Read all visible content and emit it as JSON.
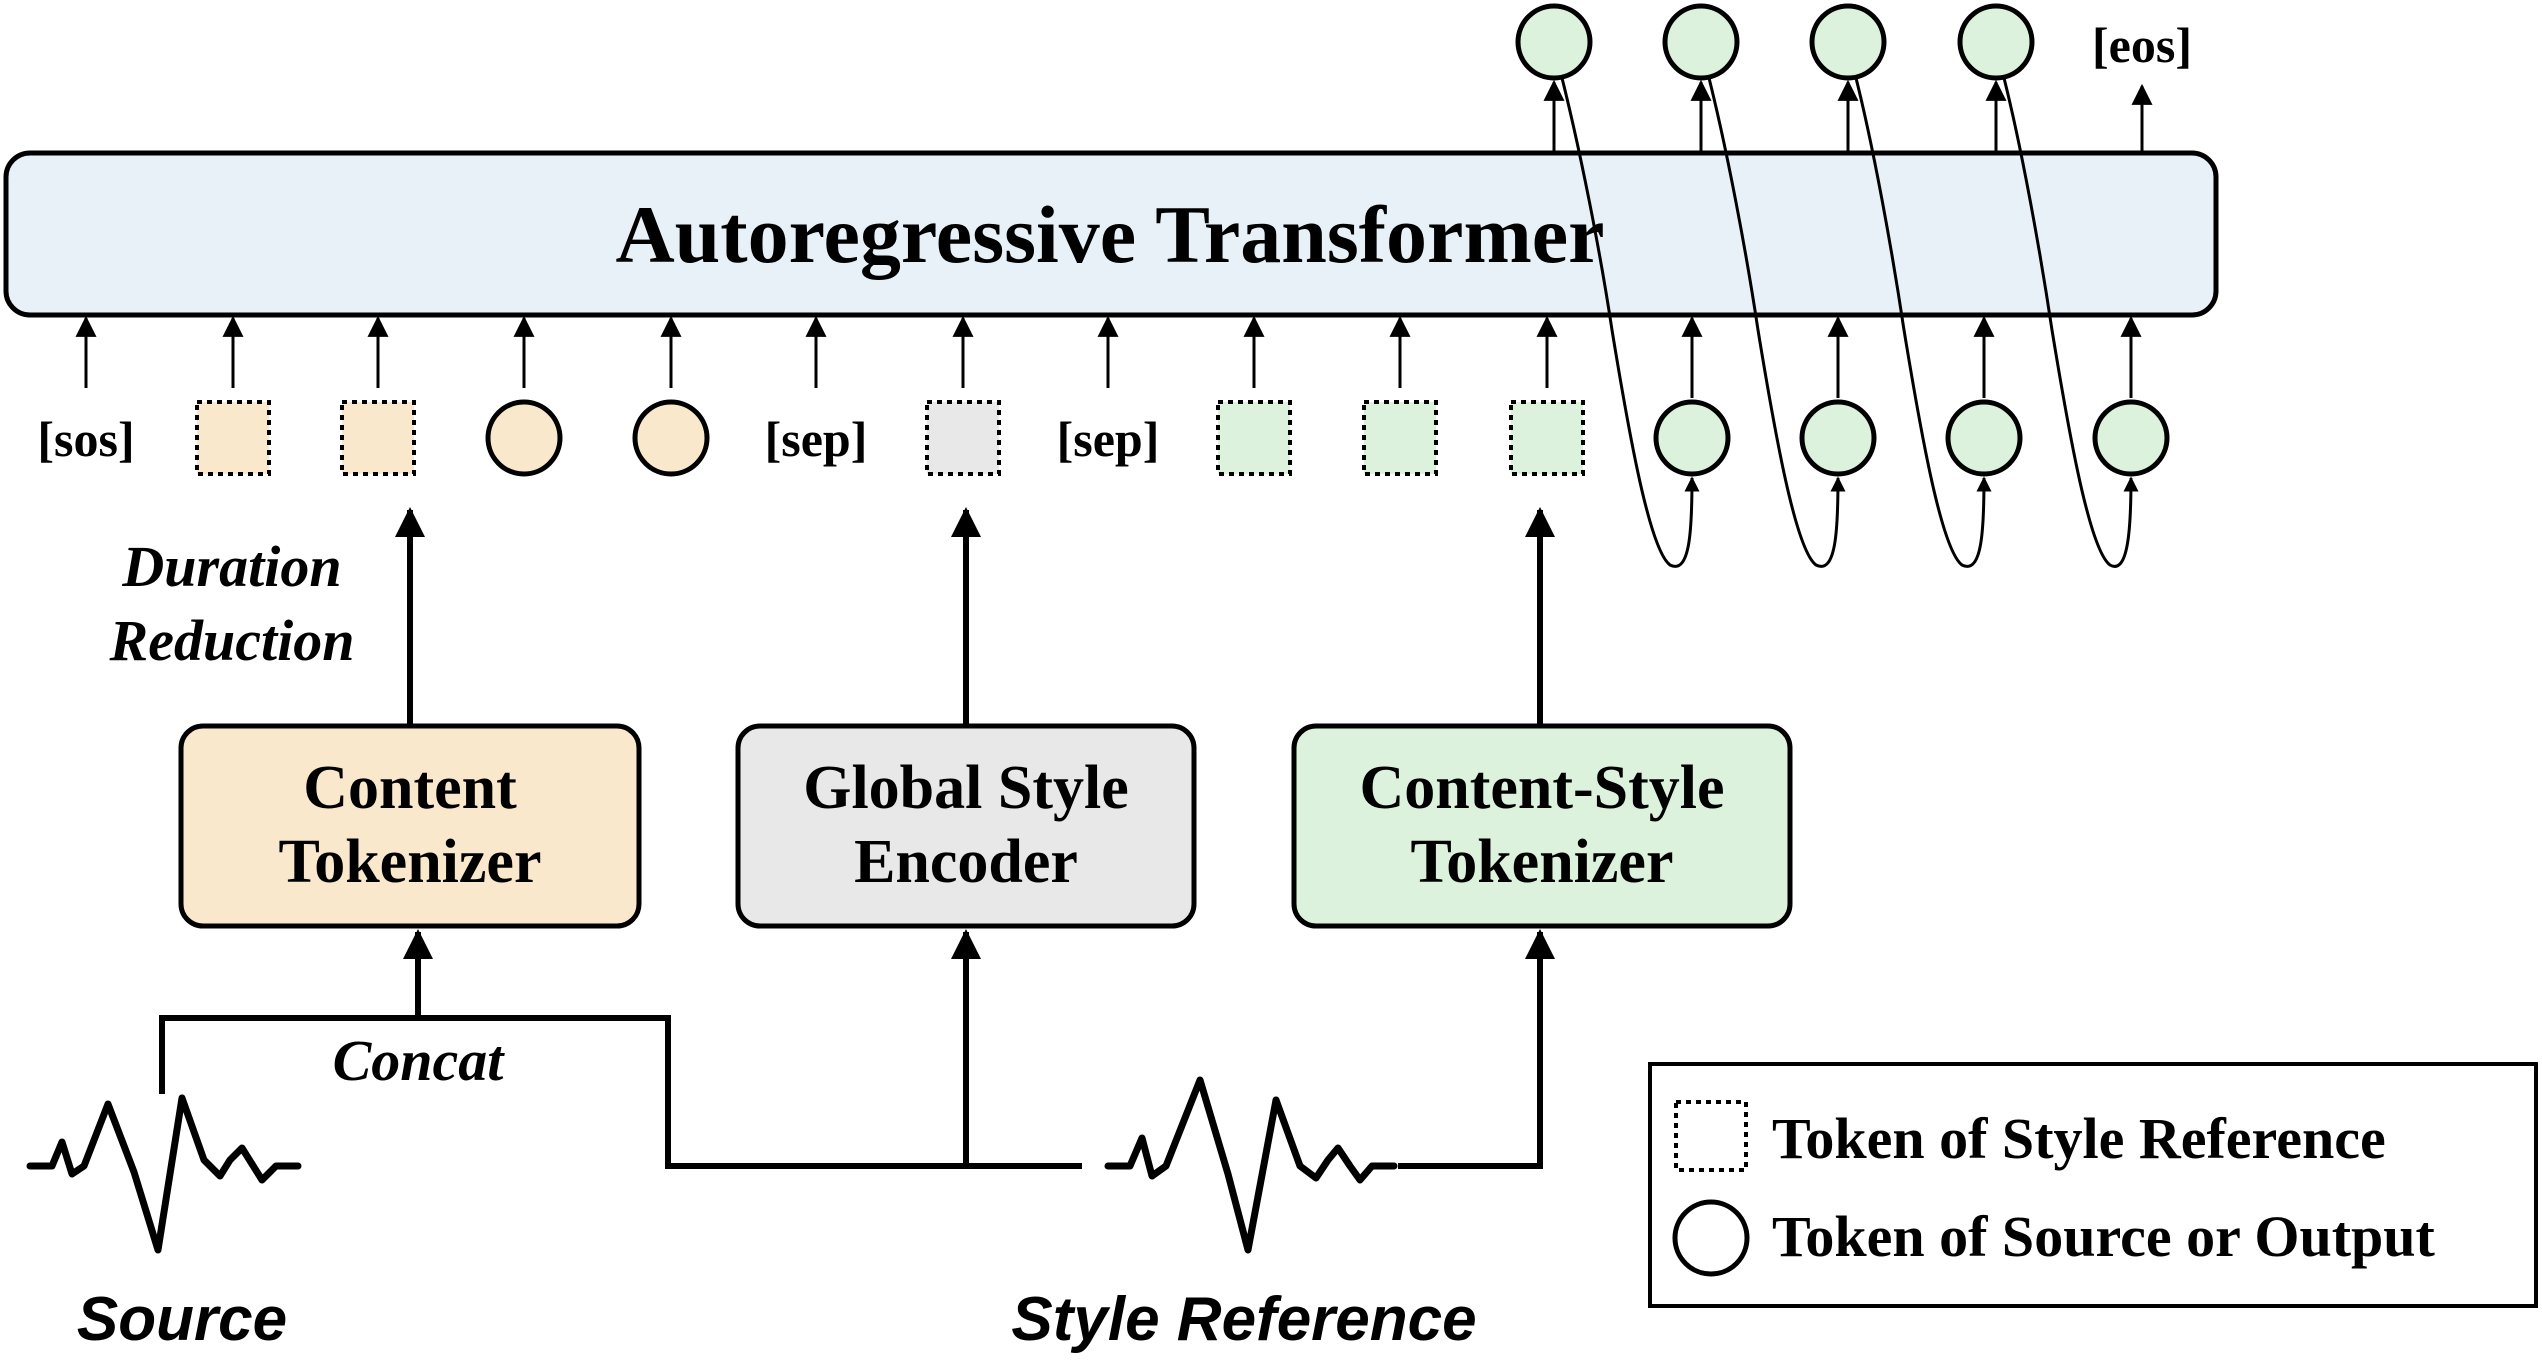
{
  "transformer": {
    "label": "Autoregressive Transformer",
    "fill": "#e8f0f8"
  },
  "tokens": {
    "sos": "[sos]",
    "sep1": "[sep]",
    "sep2": "[sep]",
    "eos": "[eos]"
  },
  "annotations": {
    "duration_line1": "Duration",
    "duration_line2": "Reduction",
    "concat": "Concat"
  },
  "modules": {
    "content_tokenizer": {
      "line1": "Content",
      "line2": "Tokenizer",
      "fill": "#fae8cc"
    },
    "global_style_encoder": {
      "line1": "Global Style",
      "line2": "Encoder",
      "fill": "#e8e8e8"
    },
    "content_style_tokenizer": {
      "line1": "Content-Style",
      "line2": "Tokenizer",
      "fill": "#dcf2dc"
    }
  },
  "inputs": {
    "source": "Source",
    "style_reference": "Style Reference"
  },
  "legend": {
    "style_reference_token": "Token of Style Reference",
    "source_output_token": "Token of Source or Output"
  },
  "colors": {
    "orange_token": "#fae8cc",
    "gray_token": "#e8e8e8",
    "green_token": "#dcf2dc"
  }
}
